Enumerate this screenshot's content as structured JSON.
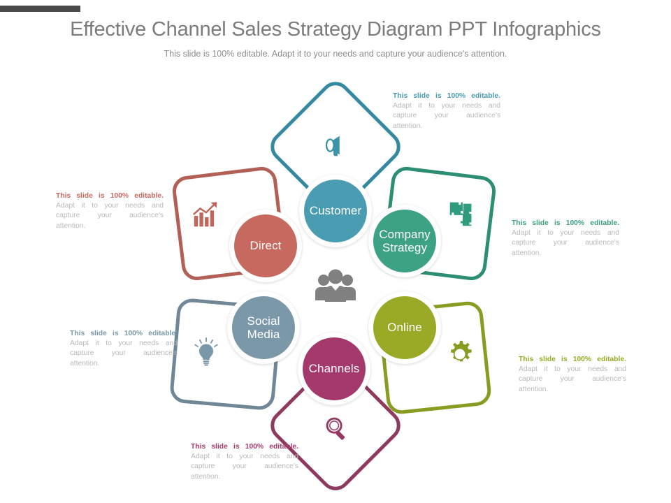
{
  "header": {
    "title": "Effective Channel Sales Strategy Diagram PPT Infographics",
    "subtitle": "This slide is 100% editable. Adapt it to your needs and capture your audience's attention."
  },
  "diagram": {
    "center_icon": "people-group-icon",
    "text_lead": "This slide is 100% editable.",
    "text_body": " Adapt it to your needs and capture your audience's attention.",
    "nodes": [
      {
        "id": "customer",
        "label": "Customer",
        "color": "#4a9cb3",
        "icon": "megaphone-icon",
        "icon_color": "#3b93ab",
        "border_color": "#34889f"
      },
      {
        "id": "company-strategy",
        "label": "Company\nStrategy",
        "color": "#3da184",
        "icon": "puzzle-icon",
        "icon_color": "#2f9c7d",
        "border_color": "#2c8e72"
      },
      {
        "id": "online",
        "label": "Online",
        "color": "#9aaa27",
        "icon": "gear-icon",
        "icon_color": "#8a9b22",
        "border_color": "#8a9b22"
      },
      {
        "id": "channels",
        "label": "Channels",
        "color": "#a4396b",
        "icon": "magnifier-icon",
        "icon_color": "#963a64",
        "border_color": "#8e3a5f"
      },
      {
        "id": "social-media",
        "label": "Social\nMedia",
        "color": "#7b98a8",
        "icon": "lightbulb-icon",
        "icon_color": "#7b98a8",
        "border_color": "#6f8796"
      },
      {
        "id": "direct",
        "label": "Direct",
        "color": "#c8695f",
        "icon": "bar-chart-up-icon",
        "icon_color": "#c1665c",
        "border_color": "#b35f56"
      }
    ]
  }
}
